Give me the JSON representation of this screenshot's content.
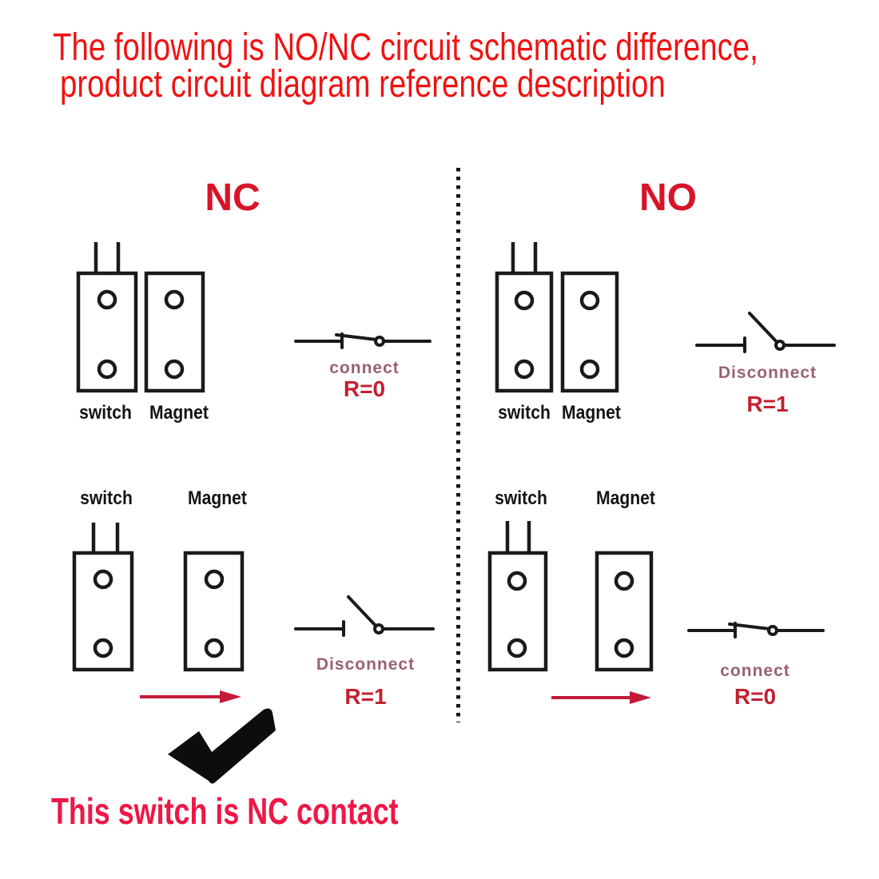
{
  "title": {
    "line1": "The following is NO/NC circuit schematic difference,",
    "line2": "product circuit diagram reference description"
  },
  "headers": {
    "nc": "NC",
    "no": "NO"
  },
  "panels": {
    "nc_top": {
      "switch": "switch",
      "magnet": "Magnet",
      "state": "connect",
      "resistance": "R=0"
    },
    "no_top": {
      "switch": "switch",
      "magnet": "Magnet",
      "state": "Disconnect",
      "resistance": "R=1"
    },
    "nc_bottom": {
      "switch": "switch",
      "magnet": "Magnet",
      "state": "Disconnect",
      "resistance": "R=1"
    },
    "no_bottom": {
      "switch": "switch",
      "magnet": "Magnet",
      "state": "connect",
      "resistance": "R=0"
    }
  },
  "footer": {
    "note": "This switch is NC contact"
  },
  "icons": {
    "divider": "vertical-dotted-line",
    "closed_switch": "closed-circuit-switch-symbol",
    "open_switch": "open-circuit-switch-symbol",
    "arrow": "magnet-motion-arrow",
    "checkmark": "black-checkmark"
  },
  "colors": {
    "title_red": "#f01212",
    "header_red": "#d81428",
    "state_mauve": "#9a6170",
    "resistance_red": "#c22030",
    "arrow_crimson": "#c41a38",
    "footer_pink": "#ee1745",
    "ink": "#1a1a1a",
    "background": "#ffffff"
  }
}
